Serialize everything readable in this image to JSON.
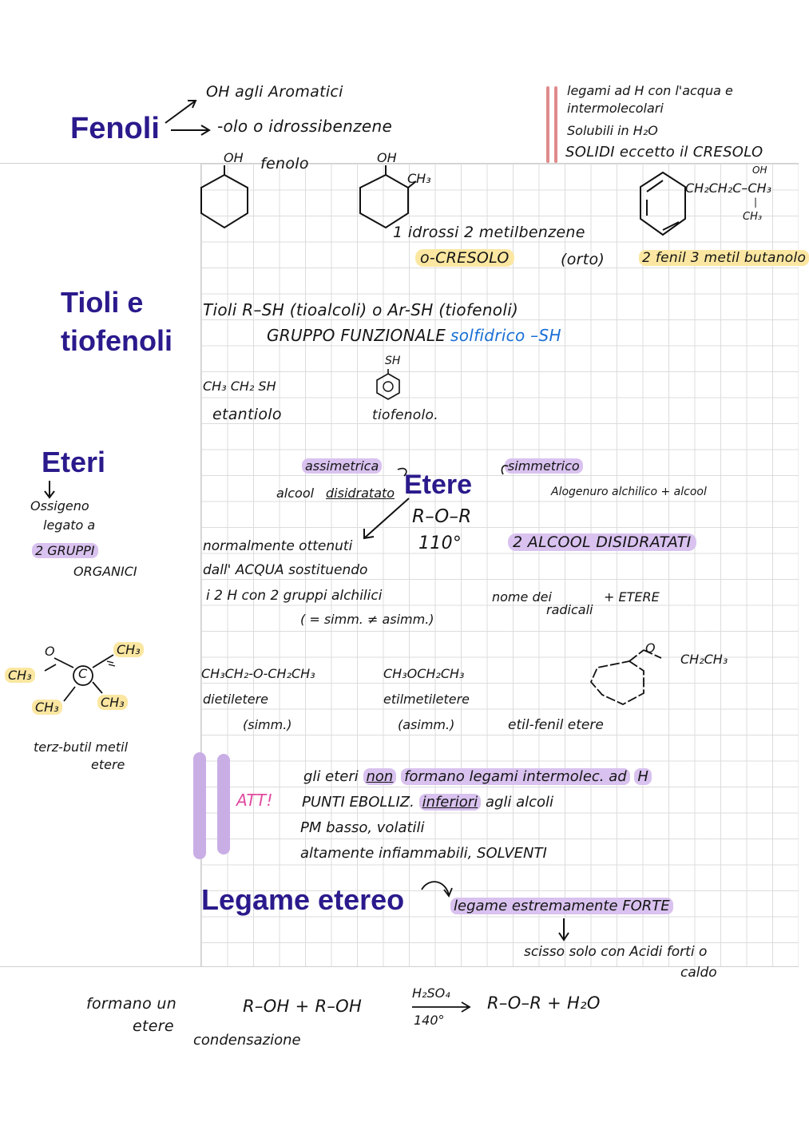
{
  "fenoli": {
    "title": "Fenoli",
    "arrow1": "OH agli Aromatici",
    "arrow2": "-olo o idrossibenzene",
    "props": [
      "legami ad H con l'acqua e",
      "intermolecolari",
      "Solubili in H₂O",
      "SOLIDI eccetto il CRESOLO"
    ],
    "mol1_oh": "OH",
    "mol1_name": "fenolo",
    "mol2_oh": "OH",
    "mol2_ch3": "CH₃",
    "mol2_name1": "1 idrossi 2 metilbenzene",
    "mol2_name2": "o-CRESOLO",
    "mol2_name3": "(orto)",
    "mol3_chain": "CH₂CH₂C–CH₃",
    "mol3_oh": "OH",
    "mol3_ch3": "CH₃",
    "mol3_name": "2 fenil 3 metil butanolo"
  },
  "tioli": {
    "title_line1": "Tioli e",
    "title_line2": "tiofenoli",
    "line1": "Tioli   R–SH  (tioalcoli)  o  Ar-SH (tiofenoli)",
    "line2a": "GRUPPO FUNZIONALE",
    "line2b": "solfidrico –SH",
    "ex1_formula": "CH₃ CH₂ SH",
    "ex1_name": "etantiolo",
    "ex2_sh": "SH",
    "ex2_name": "tiofenolo."
  },
  "eteri": {
    "title": "Eteri",
    "side_note": [
      "Ossigeno",
      "legato a",
      "2 GRUPPI",
      "ORGANICI"
    ],
    "center_title": "Etere",
    "formula": "R–O–R",
    "angle": "110°",
    "asym": "assimetrica",
    "asym_sub1": "alcool",
    "asym_sub2": "disidratato",
    "sym": "simmetrico",
    "sym_sub": "Alogenuro alchilico + alcool",
    "obtain": [
      "normalmente ottenuti",
      "dall' ACQUA sostituendo",
      "i 2 H  con  2 gruppi alchilici",
      "( = simm.  ≠ asimm.)"
    ],
    "two_alcohols": "2 ALCOOL DISIDRATATI",
    "naming1": "nome dei",
    "naming2": "radicali",
    "naming3": "+ ETERE",
    "tbutyl_o": "O",
    "tbutyl_ch3_a": "CH₃",
    "tbutyl_ch3_b": "CH₃",
    "tbutyl_ch3_c": "CH₃",
    "tbutyl_ch3_d": "CH₃",
    "tbutyl_c": "C",
    "tbutyl_name1": "terz-butil metil",
    "tbutyl_name2": "etere",
    "ex1_formula": "CH₃CH₂-O-CH₂CH₃",
    "ex1_name": "dietiletere",
    "ex1_type": "(simm.)",
    "ex2_formula": "CH₃OCH₂CH₃",
    "ex2_name": "etilmetiletere",
    "ex2_type": "(asimm.)",
    "ex3_o": "O",
    "ex3_chain": "CH₂CH₃",
    "ex3_name": "etil-fenil  etere",
    "att_label": "ATT!",
    "att_lines": [
      "gli eteri",
      "non",
      "formano legami intermolec. ad",
      "H",
      "PUNTI EBOLLIZ.",
      "inferiori",
      "agli alcoli",
      "PM basso, volatili",
      "altamente infiammabili, SOLVENTI"
    ]
  },
  "legame": {
    "title": "Legame etereo",
    "strong": "legame estremamente FORTE",
    "break1": "scisso solo con Acidi forti o",
    "break2": "caldo"
  },
  "reaction": {
    "label1": "formano un",
    "label2": "etere",
    "equation_left": "R–OH  +  R–OH",
    "reagent": "H₂SO₄",
    "temp": "140°",
    "equation_right": "R–O–R  + H₂O",
    "type": "condensazione"
  }
}
